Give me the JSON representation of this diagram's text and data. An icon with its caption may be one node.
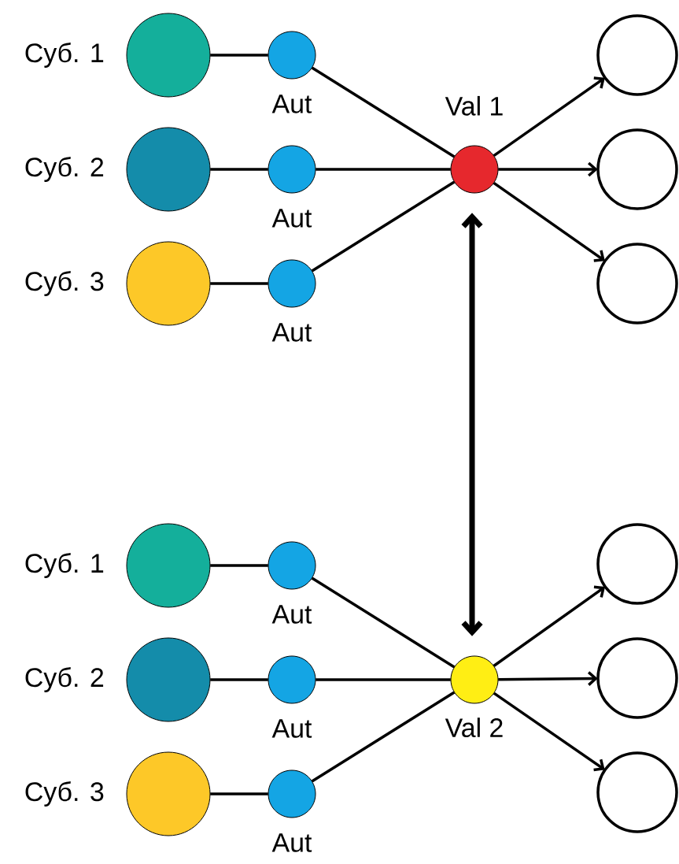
{
  "diagram": {
    "nodes": [
      {
        "text": [],
        "shape": "circle",
        "beside": [
          "Суб. 1"
        ]
      },
      {
        "text": [],
        "shape": "circle",
        "beside": [
          "Aut"
        ]
      },
      {
        "text": [],
        "shape": "circle",
        "beside": [
          "Суб. 2"
        ]
      },
      {
        "text": [],
        "shape": "circle",
        "beside": [
          "Aut"
        ]
      },
      {
        "text": [],
        "shape": "circle",
        "beside": [
          "Суб. 3"
        ]
      },
      {
        "text": [],
        "shape": "circle",
        "beside": [
          "Aut"
        ]
      },
      {
        "text": [],
        "shape": "circle",
        "beside": [
          "Val 1"
        ]
      },
      {
        "text": [],
        "shape": "circle"
      },
      {
        "text": [],
        "shape": "circle"
      },
      {
        "text": [],
        "shape": "circle"
      },
      {
        "text": [],
        "shape": "circle",
        "beside": [
          "Суб. 1"
        ]
      },
      {
        "text": [],
        "shape": "circle",
        "beside": [
          "Aut"
        ]
      },
      {
        "text": [],
        "shape": "circle",
        "beside": [
          "Суб. 2"
        ]
      },
      {
        "text": [],
        "shape": "circle",
        "beside": [
          "Aut"
        ]
      },
      {
        "text": [],
        "shape": "circle",
        "beside": [
          "Суб. 3"
        ]
      },
      {
        "text": [],
        "shape": "circle",
        "beside": [
          "Aut"
        ]
      },
      {
        "text": [],
        "shape": "circle",
        "beside": [
          "Val 2"
        ]
      },
      {
        "text": [],
        "shape": "circle"
      },
      {
        "text": [],
        "shape": "circle"
      },
      {
        "text": [],
        "shape": "circle"
      }
    ],
    "edges": [
      {
        "from": 0,
        "to": 1,
        "arrow": "none"
      },
      {
        "from": 2,
        "to": 3,
        "arrow": "none"
      },
      {
        "from": 4,
        "to": 5,
        "arrow": "none"
      },
      {
        "from": 1,
        "to": 6,
        "arrow": "none"
      },
      {
        "from": 3,
        "to": 6,
        "arrow": "none"
      },
      {
        "from": 5,
        "to": 6,
        "arrow": "none"
      },
      {
        "from": 6,
        "to": 7,
        "arrow": "to"
      },
      {
        "from": 6,
        "to": 8,
        "arrow": "to"
      },
      {
        "from": 6,
        "to": 9,
        "arrow": "to"
      },
      {
        "from": 10,
        "to": 11,
        "arrow": "none"
      },
      {
        "from": 12,
        "to": 13,
        "arrow": "none"
      },
      {
        "from": 14,
        "to": 15,
        "arrow": "none"
      },
      {
        "from": 11,
        "to": 16,
        "arrow": "none"
      },
      {
        "from": 13,
        "to": 16,
        "arrow": "none"
      },
      {
        "from": 15,
        "to": 16,
        "arrow": "none"
      },
      {
        "from": 16,
        "to": 17,
        "arrow": "to"
      },
      {
        "from": 16,
        "to": 18,
        "arrow": "to"
      },
      {
        "from": 16,
        "to": 19,
        "arrow": "to"
      },
      {
        "from": 6,
        "to": 16,
        "arrow": "both",
        "style": "thick"
      }
    ]
  }
}
